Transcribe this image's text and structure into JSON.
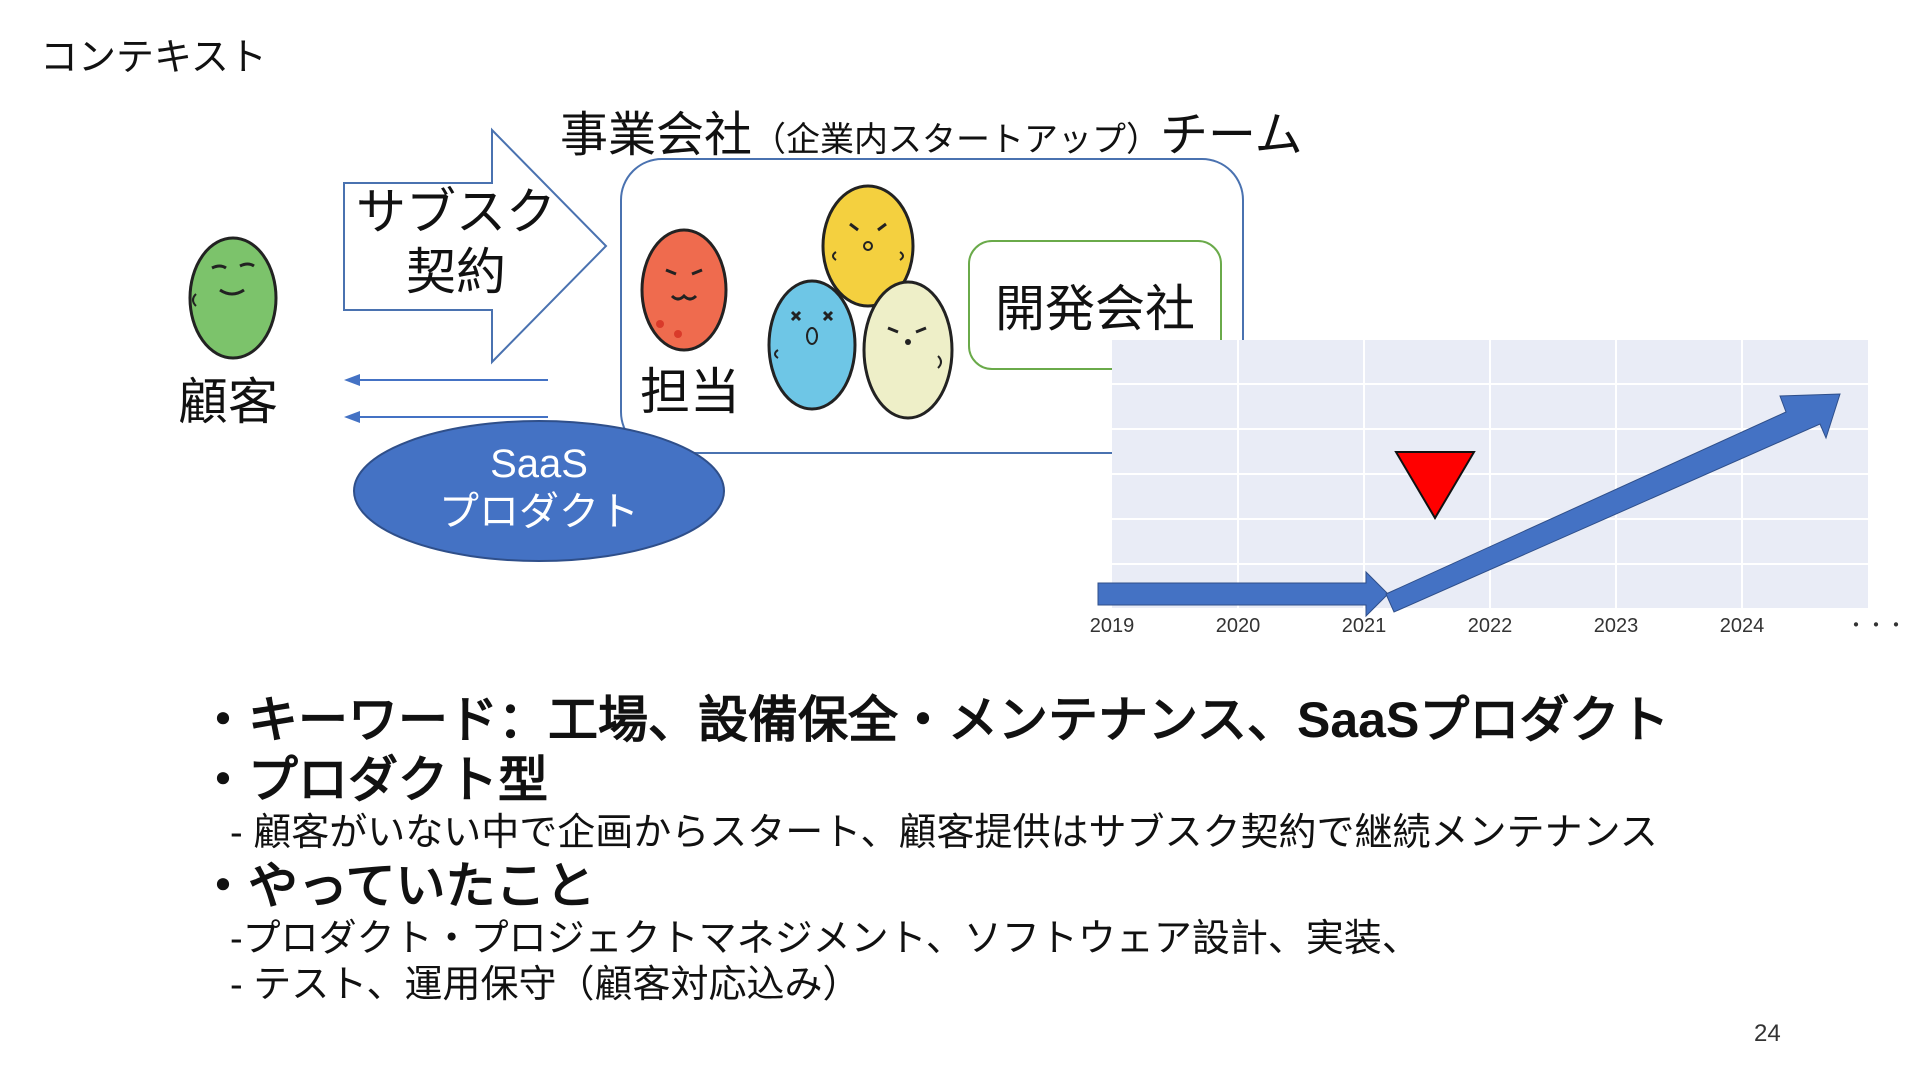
{
  "slide": {
    "title": "コンテキスト",
    "page_number": "24"
  },
  "diagram": {
    "company_title_main": "事業会社",
    "company_title_sub": "（企業内スタートアップ）",
    "company_title_end": "チーム",
    "customer_label": "顧客",
    "subscription_label_line1": "サブスク",
    "subscription_label_line2": "契約",
    "saas_line1": "SaaS",
    "saas_line2": "プロダクト",
    "person_label": "担当",
    "dev_company_label": "開発会社"
  },
  "timeline": {
    "years": [
      "2019",
      "2020",
      "2021",
      "2022",
      "2023",
      "2024",
      "・・・"
    ],
    "colors": {
      "arrow": "#4472c4",
      "marker": "#ff0000",
      "panel": "#e9ecf6"
    }
  },
  "bullets": [
    {
      "title": "・キーワード：工場、設備保全・メンテナンス、SaaSプロダクト",
      "subs": []
    },
    {
      "title": "・プロダクト型",
      "subs": [
        "- 顧客がいない中で企画からスタート、顧客提供はサブスク契約で継続メンテナンス"
      ]
    },
    {
      "title": "・やっていたこと",
      "subs": [
        "-プロダクト・プロジェクトマネジメント、ソフトウェア設計、実装、",
        "- テスト、運用保守（顧客対応込み）"
      ]
    }
  ],
  "colors": {
    "accent_blue": "#4472c4",
    "team_border": "#4a72b0",
    "dev_border": "#6aaa4a"
  }
}
